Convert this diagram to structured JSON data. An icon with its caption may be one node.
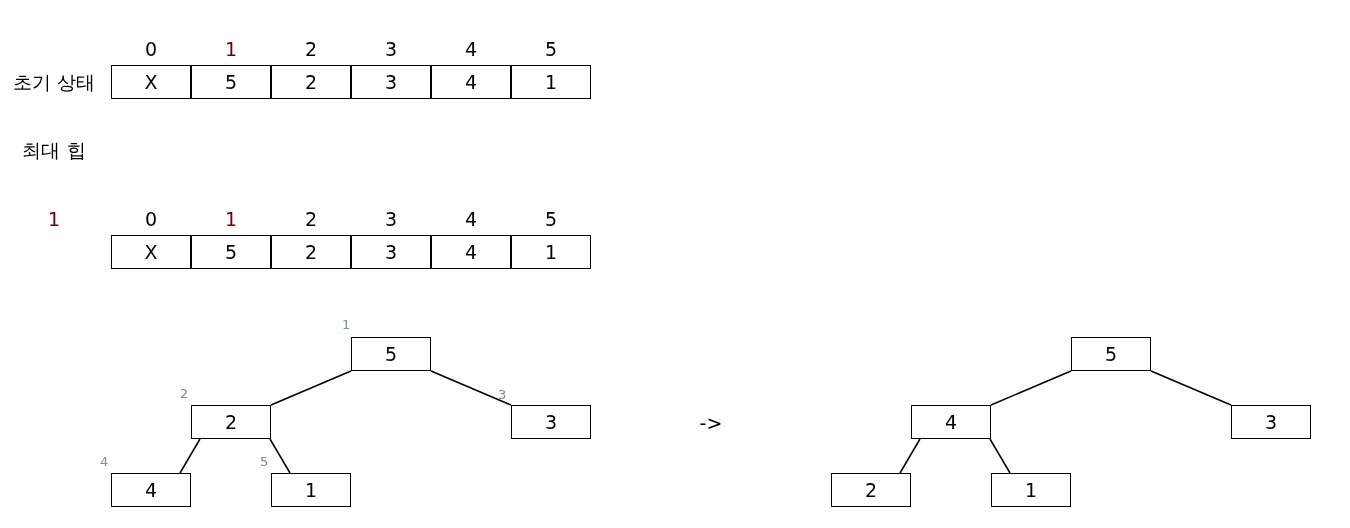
{
  "diagram": {
    "nodes": [
      {
        "text": [
          "X"
        ]
      },
      {
        "text": [
          "5"
        ]
      },
      {
        "text": [
          "2"
        ]
      },
      {
        "text": [
          "3"
        ]
      },
      {
        "text": [
          "4"
        ]
      },
      {
        "text": [
          "1"
        ]
      },
      {
        "text": [
          "X"
        ]
      },
      {
        "text": [
          "5"
        ]
      },
      {
        "text": [
          "2"
        ]
      },
      {
        "text": [
          "3"
        ]
      },
      {
        "text": [
          "4"
        ]
      },
      {
        "text": [
          "1"
        ]
      },
      {
        "text": [
          "5"
        ],
        "beside": [
          "1"
        ]
      },
      {
        "text": [
          "2"
        ],
        "beside": [
          "2"
        ]
      },
      {
        "text": [
          "3"
        ],
        "beside": [
          "3"
        ]
      },
      {
        "text": [
          "4"
        ],
        "beside": [
          "4"
        ]
      },
      {
        "text": [
          "1"
        ],
        "beside": [
          "5"
        ]
      },
      {
        "text": [
          "5"
        ]
      },
      {
        "text": [
          "4"
        ]
      },
      {
        "text": [
          "3"
        ]
      },
      {
        "text": [
          "2"
        ]
      },
      {
        "text": [
          "1"
        ]
      }
    ],
    "edges": [
      {
        "from": 12,
        "to": 13,
        "arrow": "none"
      },
      {
        "from": 12,
        "to": 14,
        "arrow": "none"
      },
      {
        "from": 13,
        "to": 15,
        "arrow": "none"
      },
      {
        "from": 13,
        "to": 16,
        "arrow": "none"
      },
      {
        "from": 17,
        "to": 18,
        "arrow": "none"
      },
      {
        "from": 17,
        "to": 19,
        "arrow": "none"
      },
      {
        "from": 18,
        "to": 20,
        "arrow": "none"
      },
      {
        "from": 18,
        "to": 21,
        "arrow": "none"
      }
    ],
    "labels": [
      "0",
      "1",
      "2",
      "3",
      "4",
      "5",
      "초기 상태",
      "최대 힙",
      "1",
      "0",
      "1",
      "2",
      "3",
      "4",
      "5",
      "->"
    ]
  }
}
